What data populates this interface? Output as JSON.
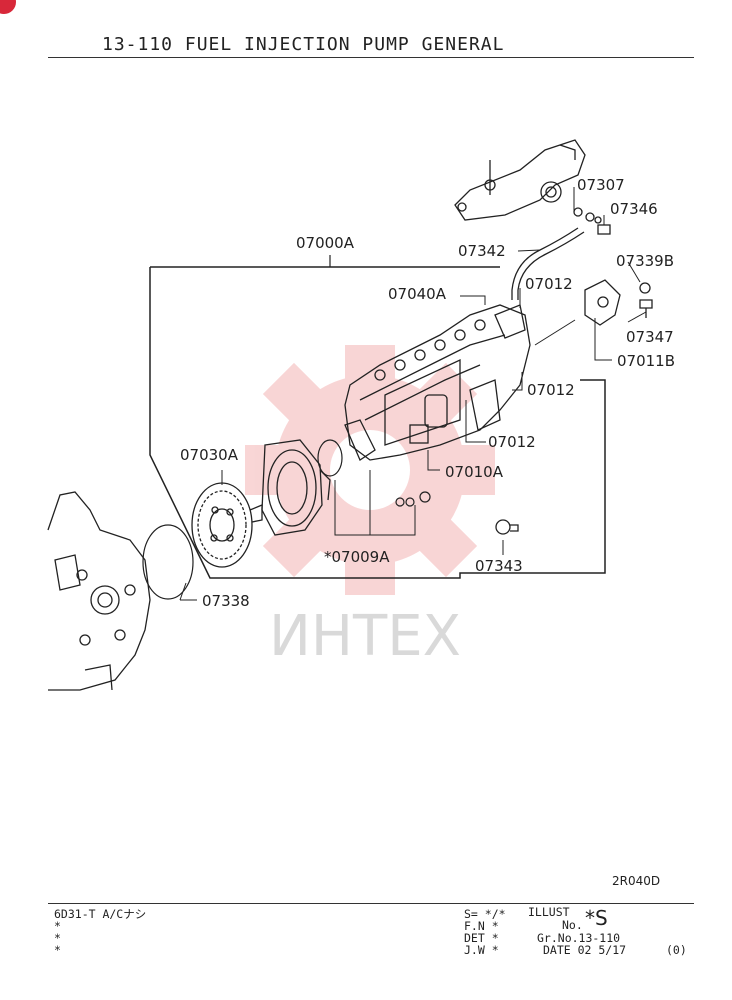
{
  "header": {
    "title": "13-110  FUEL INJECTION PUMP GENERAL"
  },
  "watermark": {
    "text": "ИНТЕХ",
    "color": "#f2a0a0"
  },
  "parts": {
    "p07307": "07307",
    "p07346": "07346",
    "p07342": "07342",
    "p07000A": "07000A",
    "p07339B": "07339B",
    "p07040A": "07040A",
    "p07012a": "07012",
    "p07347": "07347",
    "p07011B": "07011B",
    "p07012b": "07012",
    "p07030A": "07030A",
    "p07012c": "07012",
    "p07010A": "07010A",
    "p07009A": "*07009A",
    "p07343": "07343",
    "p07338": "07338"
  },
  "illustration_code": "2R040D",
  "footer": {
    "model": "6D31-T A/Cナシ",
    "star1": "*",
    "star2": "*",
    "star3": "*",
    "s_line": "S= */*",
    "fn_line": "F.N *",
    "det_line": "DET *",
    "jw_line": "J.W *",
    "illust_label": "ILLUST",
    "no_label": "No.",
    "illust_value": "*S",
    "gr_no": "Gr.No.13-110",
    "date_line": "DATE 02 5/17",
    "rev": "(0)"
  },
  "colors": {
    "line": "#222222",
    "badge": "#d8283a"
  }
}
